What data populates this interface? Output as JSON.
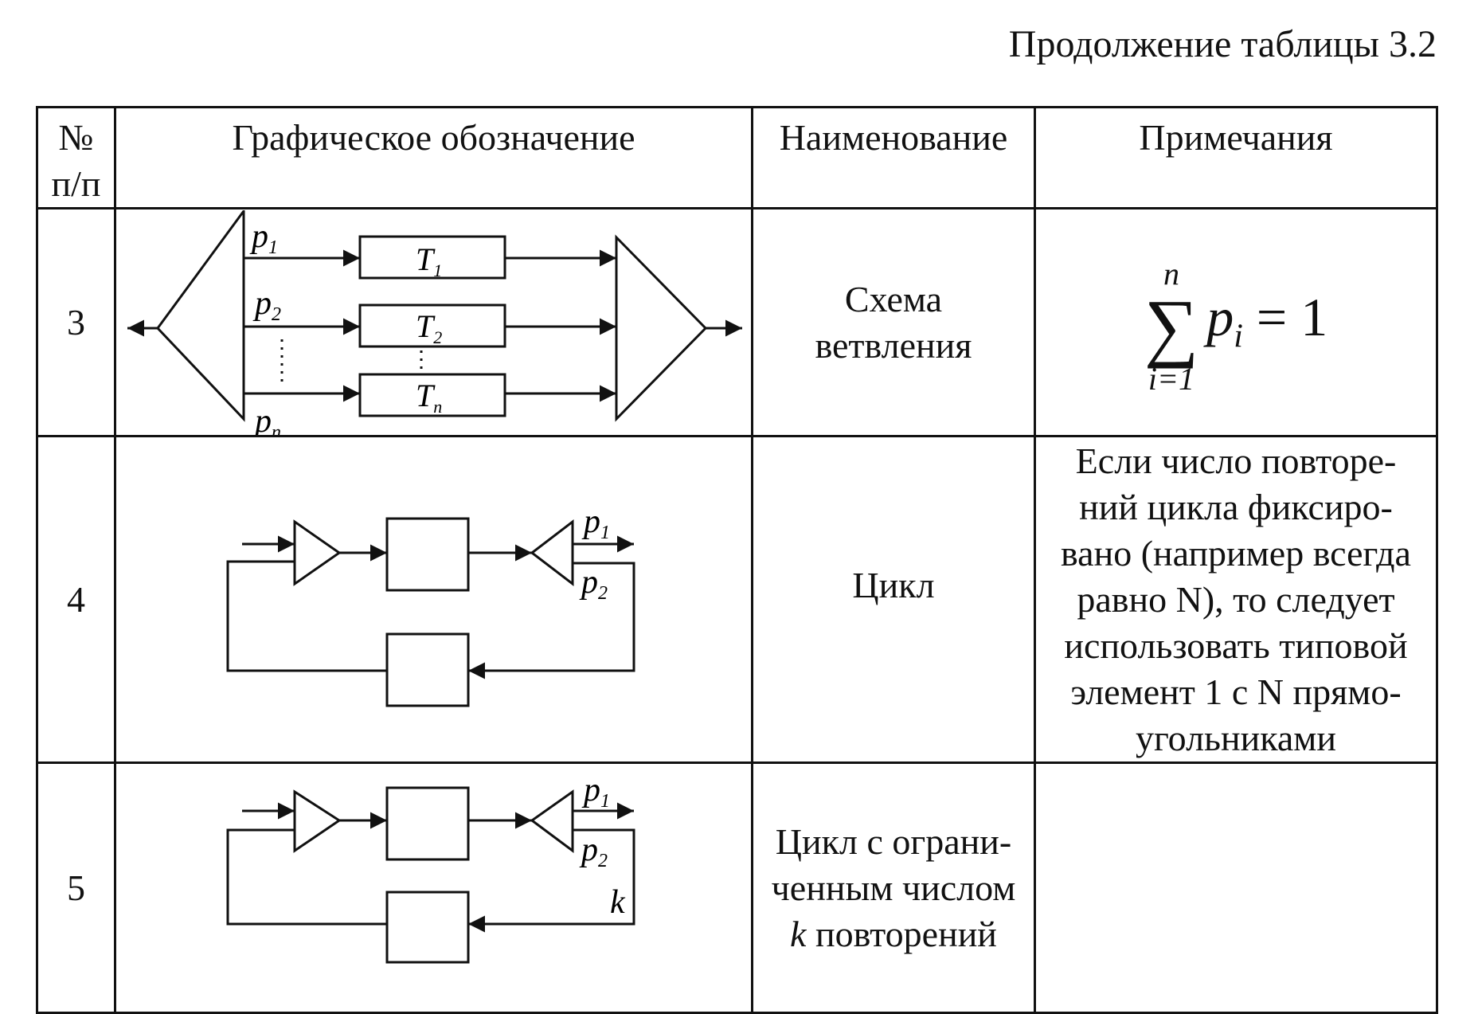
{
  "caption": "Продолжение таблицы 3.2",
  "header": {
    "num_line1": "№",
    "num_line2": "п/п",
    "graphic": "Графическое обозначение",
    "name": "Наименование",
    "notes": "Примечания"
  },
  "rows": [
    {
      "num": "3",
      "name_line1": "Схема",
      "name_line2": "ветвления",
      "diagram_labels": {
        "p1": "p1",
        "p2": "p2",
        "pn": "pn",
        "t1": "T1",
        "t2": "T2",
        "tn": "Tn"
      },
      "note_formula": {
        "upper": "n",
        "lower": "i=1",
        "body_var": "p",
        "body_sub": "i",
        "rhs": "= 1"
      }
    },
    {
      "num": "4",
      "name_line1": "Цикл",
      "diagram_labels": {
        "p1": "p1",
        "p2": "p2"
      },
      "note_lines": [
        "Если число повторе-",
        "ний  цикла фиксиро-",
        "вано (например всегда",
        "равно N), то следует",
        "использовать типовой",
        "элемент 1 с N прямо-",
        "угольниками"
      ]
    },
    {
      "num": "5",
      "name_line1": "Цикл с ограни-",
      "name_line2": "ченным числом",
      "name_line3": "k повторений",
      "diagram_labels": {
        "p1": "p1",
        "p2": "p2",
        "k": "k"
      },
      "note": ""
    }
  ]
}
